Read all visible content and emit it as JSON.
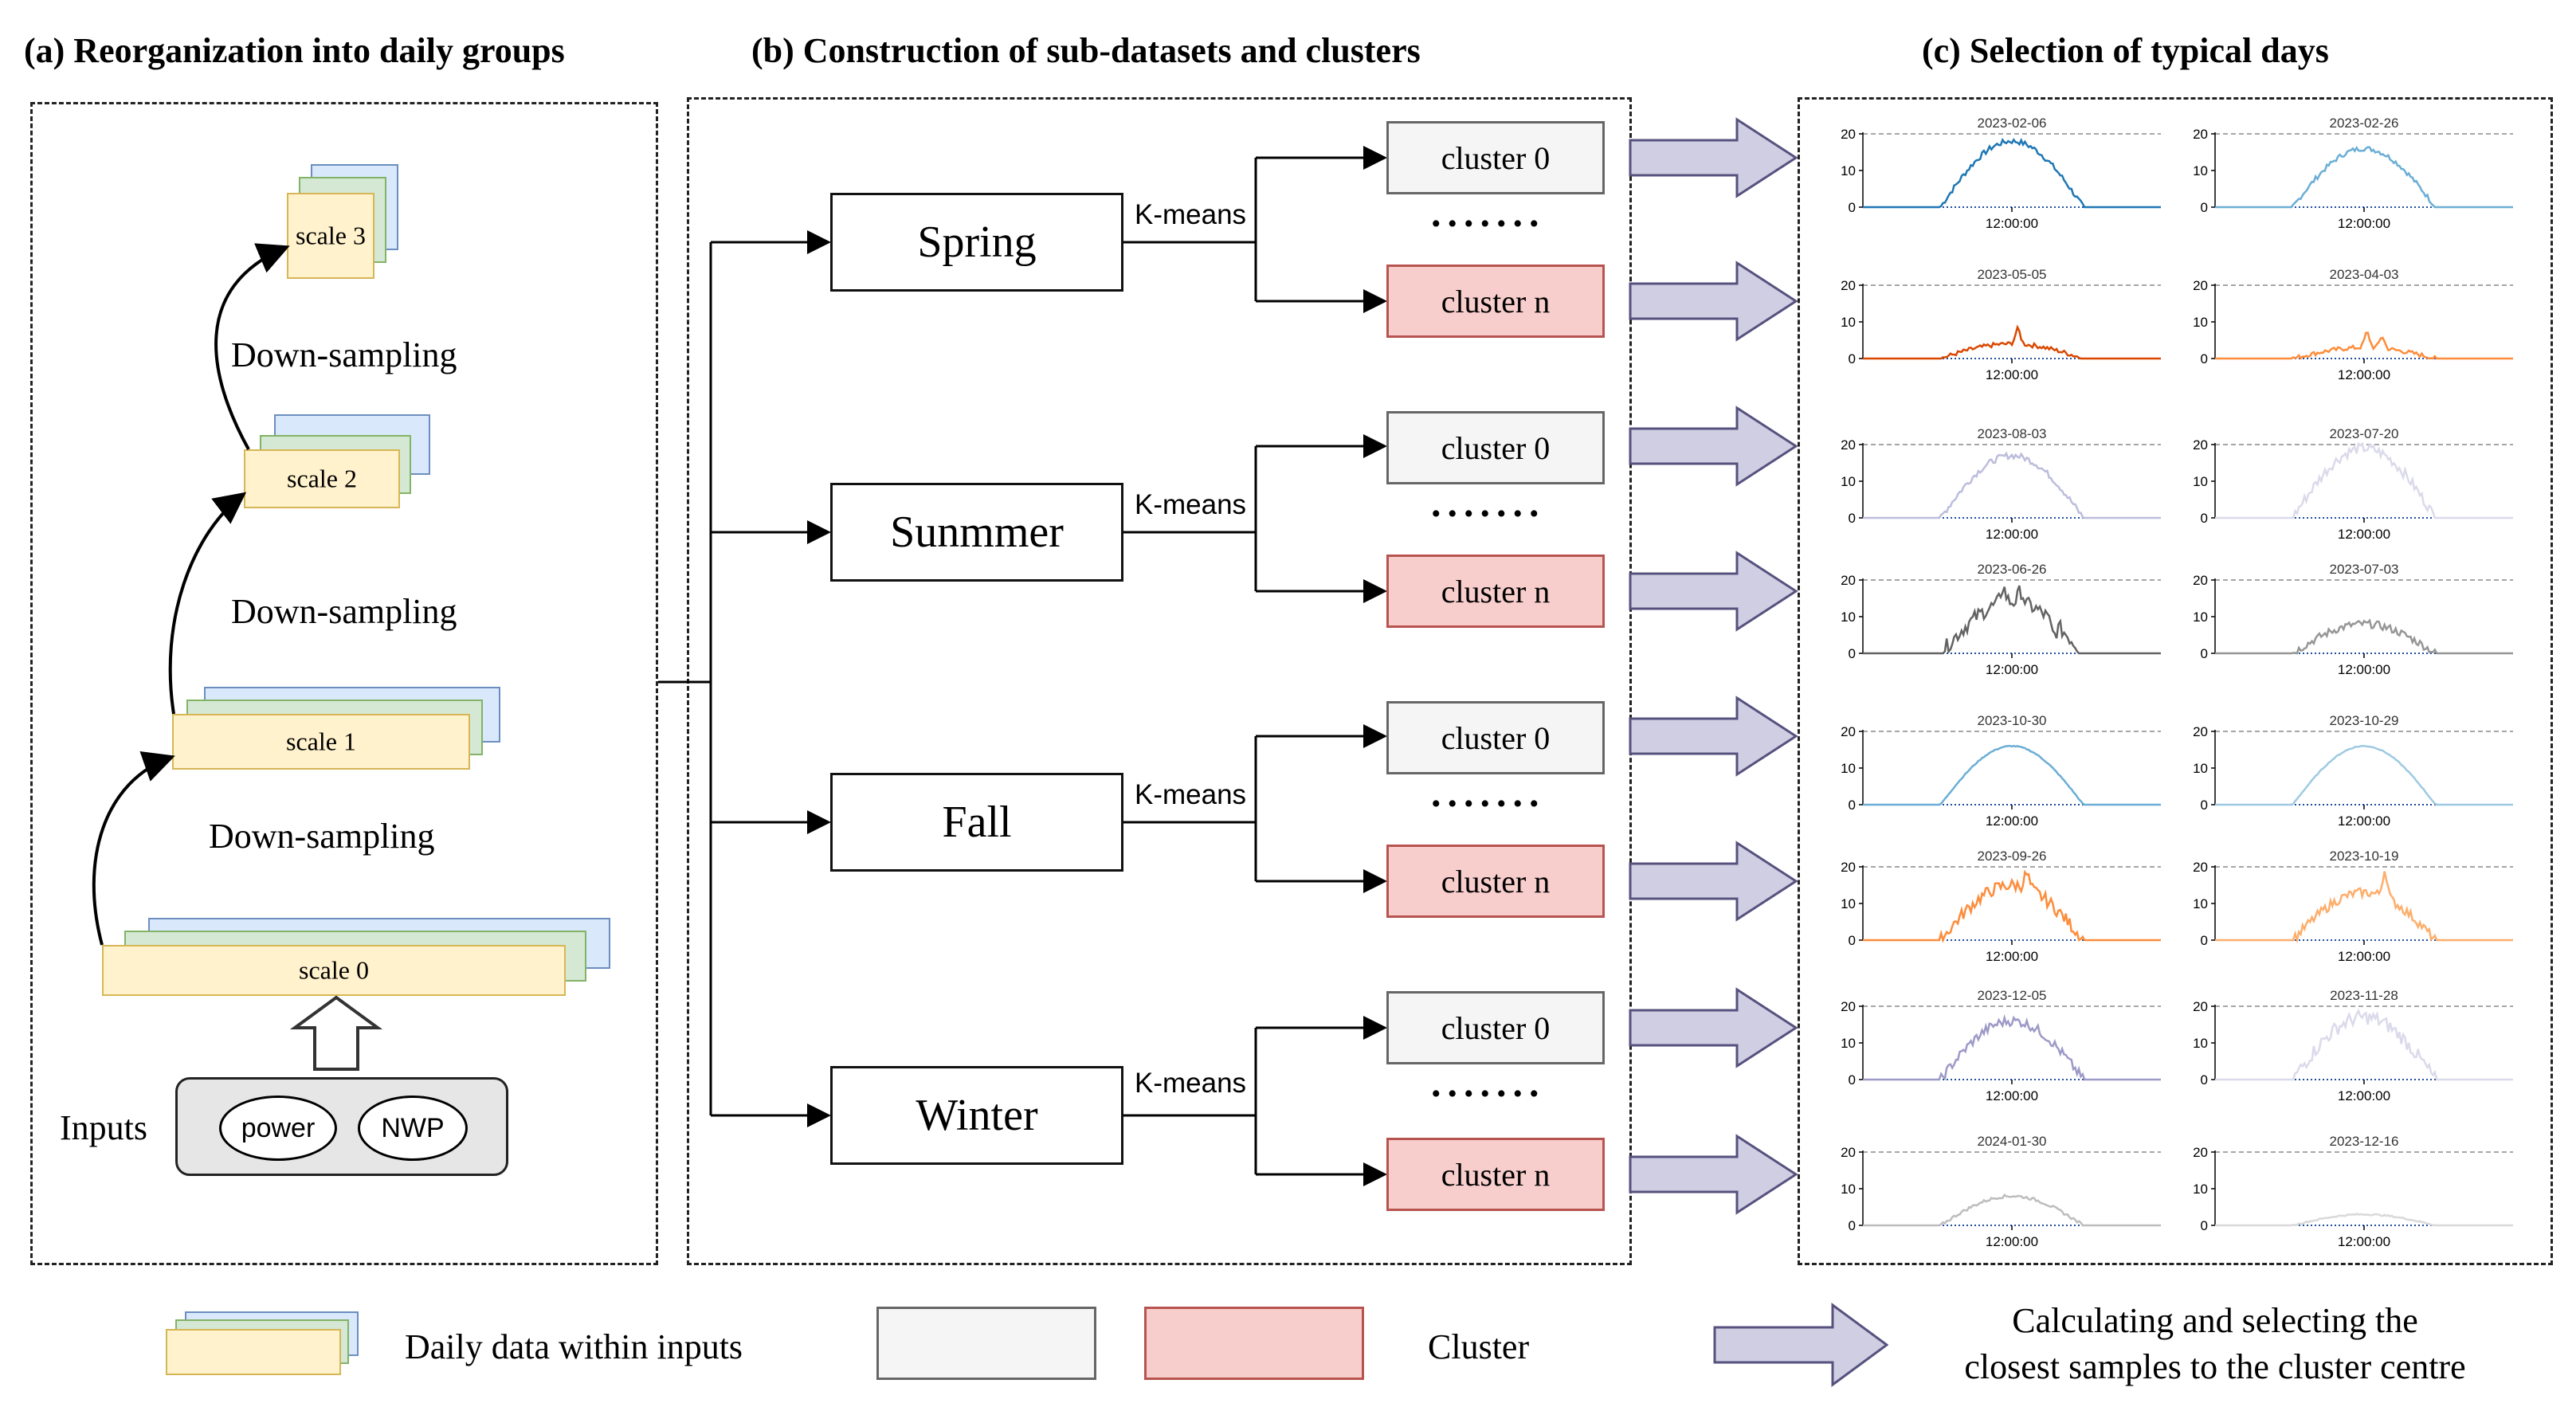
{
  "panel_a": {
    "title": "(a) Reorganization into daily groups",
    "scales": [
      "scale 3",
      "scale 2",
      "scale 1",
      "scale 0"
    ],
    "downsampling": [
      "Down-sampling",
      "Down-sampling",
      "Down-sampling"
    ],
    "inputs_label": "Inputs",
    "input_items": [
      "power",
      "NWP"
    ]
  },
  "panel_b": {
    "title": "(b) Construction of sub-datasets and clusters",
    "seasons": [
      {
        "name": "Spring",
        "color": "#97d077"
      },
      {
        "name": "Sunmmer",
        "color": "#ea6b66"
      },
      {
        "name": "Fall",
        "color": "#ffff00"
      },
      {
        "name": "Winter",
        "color": "#007fff"
      }
    ],
    "method_label": "K-means",
    "cluster_first": "cluster 0",
    "cluster_last": "cluster n",
    "ellipsis": "......."
  },
  "panel_c": {
    "title": "(c) Selection of typical days",
    "y_ticks": [
      "20",
      "10",
      "0"
    ],
    "x_tick": "12:00:00",
    "plots": [
      {
        "date": "2023-02-06",
        "color": "#1f77b4",
        "peak": 18,
        "noise": 0.25,
        "spikes": []
      },
      {
        "date": "2023-02-26",
        "color": "#6baed6",
        "peak": 16,
        "noise": 0.25,
        "spikes": []
      },
      {
        "date": "2023-05-05",
        "color": "#d94801",
        "peak": 4,
        "noise": 0.6,
        "spikes": [
          [
            0.52,
            8
          ]
        ]
      },
      {
        "date": "2023-04-03",
        "color": "#fd8d3c",
        "peak": 3,
        "noise": 0.6,
        "spikes": [
          [
            0.51,
            7
          ],
          [
            0.56,
            6
          ]
        ]
      },
      {
        "date": "2023-08-03",
        "color": "#bcbddc",
        "peak": 17,
        "noise": 0.3,
        "spikes": []
      },
      {
        "date": "2023-07-20",
        "color": "#dadaeb",
        "peak": 19,
        "noise": 0.45,
        "spikes": []
      },
      {
        "date": "2023-06-26",
        "color": "#636363",
        "peak": 14,
        "noise": 0.9,
        "spikes": [
          [
            0.47,
            18
          ],
          [
            0.53,
            17
          ],
          [
            0.64,
            5
          ]
        ]
      },
      {
        "date": "2023-07-03",
        "color": "#969696",
        "peak": 8,
        "noise": 0.8,
        "spikes": []
      },
      {
        "date": "2023-10-30",
        "color": "#6baed6",
        "peak": 16,
        "noise": 0.05,
        "spikes": []
      },
      {
        "date": "2023-10-29",
        "color": "#9ecae1",
        "peak": 16,
        "noise": 0.05,
        "spikes": []
      },
      {
        "date": "2023-09-26",
        "color": "#fd8d3c",
        "peak": 15,
        "noise": 0.7,
        "spikes": [
          [
            0.55,
            18
          ]
        ]
      },
      {
        "date": "2023-10-19",
        "color": "#fdae6b",
        "peak": 13,
        "noise": 0.6,
        "spikes": [
          [
            0.57,
            19
          ]
        ]
      },
      {
        "date": "2023-12-05",
        "color": "#9e9ac8",
        "peak": 16,
        "noise": 0.5,
        "spikes": []
      },
      {
        "date": "2023-11-28",
        "color": "#dadaeb",
        "peak": 17,
        "noise": 0.7,
        "spikes": []
      },
      {
        "date": "2024-01-30",
        "color": "#bdbdbd",
        "peak": 8,
        "noise": 0.3,
        "spikes": []
      },
      {
        "date": "2023-12-16",
        "color": "#d9d9d9",
        "peak": 3,
        "noise": 0.2,
        "spikes": []
      }
    ]
  },
  "legend": {
    "daily_data": "Daily data within inputs",
    "cluster": "Cluster",
    "arrow_line1": "Calculating and selecting the",
    "arrow_line2": "closest samples to the cluster centre"
  }
}
